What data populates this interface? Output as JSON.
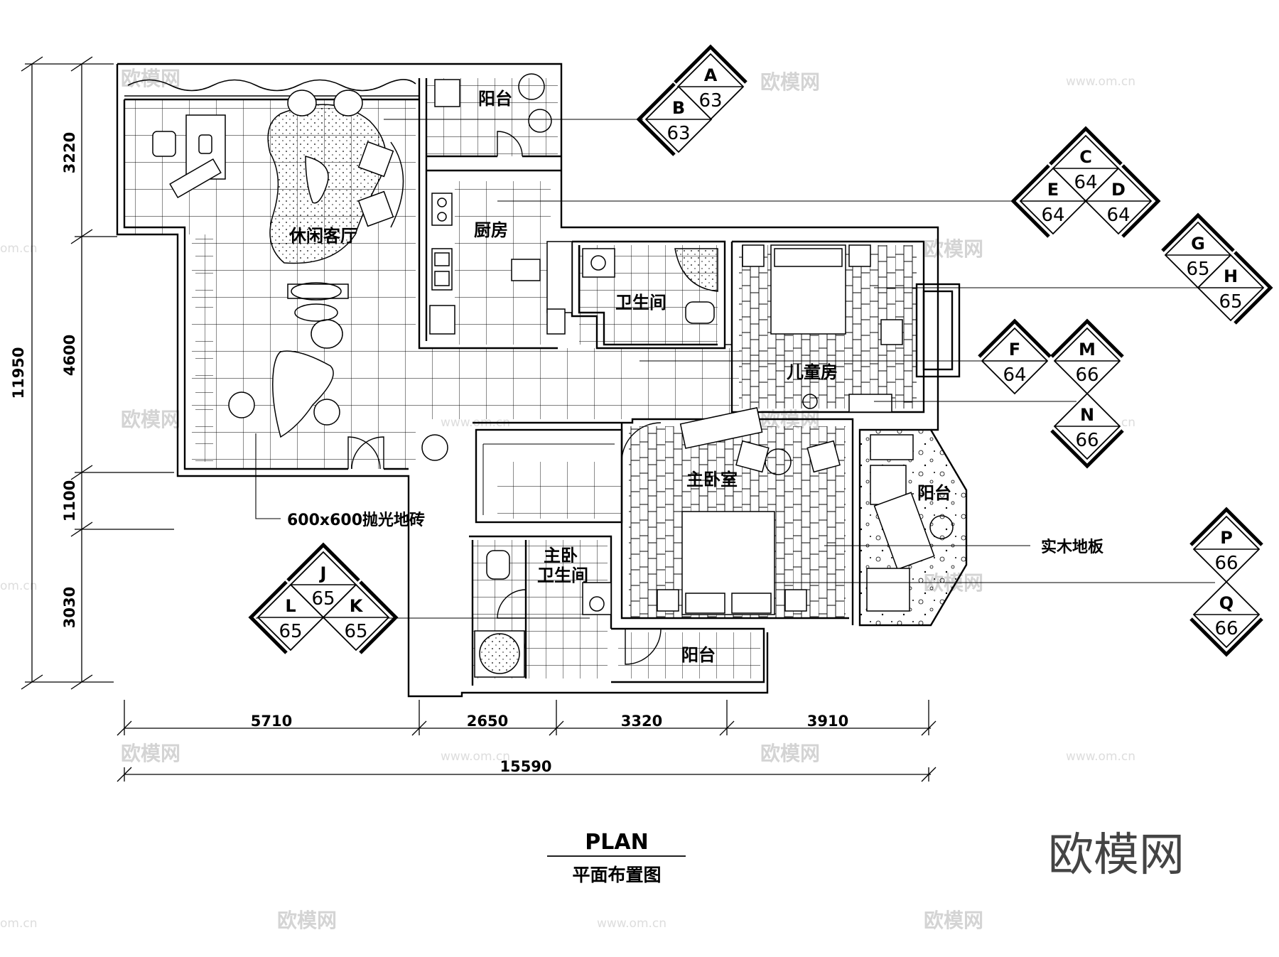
{
  "rooms": {
    "leisure_living": "休闲客厅",
    "balcony_top": "阳台",
    "kitchen": "厨房",
    "bathroom": "卫生间",
    "children_room": "儿童房",
    "master_bedroom": "主卧室",
    "balcony_right": "阳台",
    "master_bath_line1": "主卧",
    "master_bath_line2": "卫生间",
    "balcony_bottom": "阳台"
  },
  "callouts": {
    "tiles": "600x600抛光地砖",
    "wood_floor": "实木地板"
  },
  "dimensions": {
    "vertical_left_total": "11950",
    "vertical_segments": [
      "3220",
      "4600",
      "1100",
      "3030"
    ],
    "horizontal_segments": [
      "5710",
      "2650",
      "3320",
      "3910"
    ],
    "horizontal_total": "15590"
  },
  "tags": {
    "A": {
      "letter": "A",
      "number": "63"
    },
    "B": {
      "letter": "B",
      "number": "63"
    },
    "C": {
      "letter": "C",
      "number": "64"
    },
    "D": {
      "letter": "D",
      "number": "64"
    },
    "E": {
      "letter": "E",
      "number": "64"
    },
    "F": {
      "letter": "F",
      "number": "64"
    },
    "G": {
      "letter": "G",
      "number": "65"
    },
    "H": {
      "letter": "H",
      "number": "65"
    },
    "J": {
      "letter": "J",
      "number": "65"
    },
    "K": {
      "letter": "K",
      "number": "65"
    },
    "L": {
      "letter": "L",
      "number": "65"
    },
    "M": {
      "letter": "M",
      "number": "66"
    },
    "N": {
      "letter": "N",
      "number": "66"
    },
    "P": {
      "letter": "P",
      "number": "66"
    },
    "Q": {
      "letter": "Q",
      "number": "66"
    }
  },
  "title": {
    "english": "PLAN",
    "chinese": "平面布置图"
  },
  "watermark": {
    "brand": "欧模网",
    "url": "www.om.cn",
    "url_short": "om.cn"
  },
  "colors": {
    "line": "#000000",
    "watermark": "#d4d4d4",
    "background": "#ffffff"
  }
}
